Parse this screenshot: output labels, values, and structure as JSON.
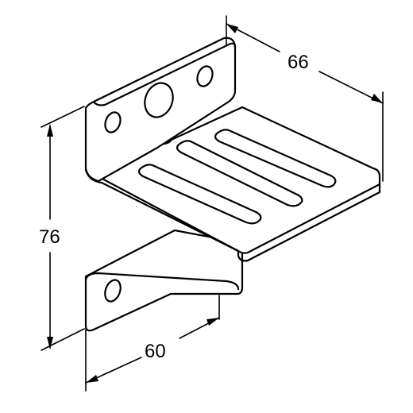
{
  "dimensions": {
    "width_top": "66",
    "height": "76",
    "width_bottom": "60"
  }
}
